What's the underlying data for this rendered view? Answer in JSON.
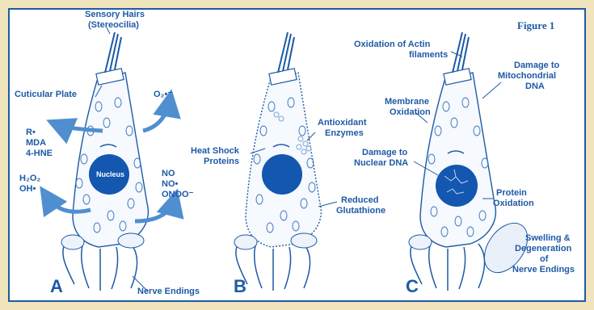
{
  "figure_label": "Figure 1",
  "panels": {
    "a": {
      "letter": "A",
      "sensory_hairs": "Sensory Hairs",
      "stereocilia": "(Stereocilia)",
      "cuticular_plate": "Cuticular Plate",
      "superoxide": "O₂•⁻",
      "r_radical": "R•",
      "mda": "MDA",
      "hne": "4-HNE",
      "h2o2": "H₂O₂",
      "oh": "OH•",
      "no": "NO",
      "no_radical": "NO•",
      "onoo": "ONOO⁻",
      "nucleus": "Nucleus",
      "nerve_endings": "Nerve Endings"
    },
    "b": {
      "letter": "B",
      "heat_shock_1": "Heat Shock",
      "heat_shock_2": "Proteins",
      "antioxidant_1": "Antioxidant",
      "antioxidant_2": "Enzymes",
      "reduced_1": "Reduced",
      "reduced_2": "Glutathione"
    },
    "c": {
      "letter": "C",
      "actin_1": "Oxidation of Actin",
      "actin_2": "filaments",
      "mito_1": "Damage to",
      "mito_2": "Mitochondrial",
      "mito_3": "DNA",
      "membrane_1": "Membrane",
      "membrane_2": "Oxidation",
      "nuclear_1": "Damage to",
      "nuclear_2": "Nuclear DNA",
      "protein_1": "Protein",
      "protein_2": "Oxidation",
      "swelling_1": "Swelling &",
      "swelling_2": "Degeneration",
      "swelling_3": "of",
      "swelling_4": "Nerve Endings"
    }
  },
  "colors": {
    "ink": "#1d5aa6",
    "nucleus": "#1357b0",
    "frame": "#f0e6c0"
  }
}
